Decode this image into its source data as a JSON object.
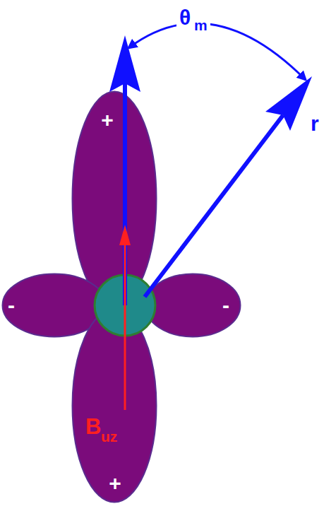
{
  "diagram": {
    "nodes": [
      {
        "text": [
          "+"
        ]
      },
      {
        "text": [
          "-"
        ]
      },
      {
        "text": [
          "-"
        ]
      },
      {
        "text": [
          "+"
        ]
      }
    ],
    "labels": [
      "θ",
      "m",
      "r",
      "B",
      "uz"
    ]
  }
}
